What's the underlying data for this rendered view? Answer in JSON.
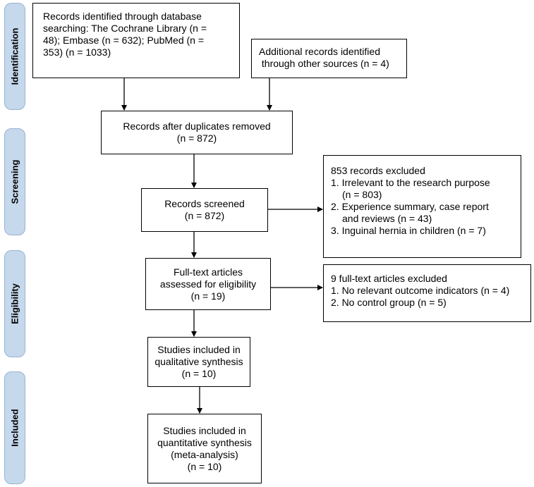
{
  "phases": {
    "identification": "Identification",
    "screening": "Screening",
    "eligibility": "Eligibility",
    "included": "Included"
  },
  "boxes": {
    "database_search": [
      "Records identified through database",
      "searching: The Cochrane Library (n =",
      "48); Embase (n = 632); PubMed (n =",
      "353) (n = 1033)"
    ],
    "other_sources": [
      "Additional records identified",
      " through other sources (n = 4)"
    ],
    "after_duplicates": [
      "Records after duplicates removed",
      "(n = 872)"
    ],
    "screened": [
      "Records screened",
      "(n = 872)"
    ],
    "excluded_screening": {
      "title": "853 records excluded",
      "items": [
        "1. Irrelevant to the research purpose",
        "(n = 803)",
        "2. Experience summary, case report",
        "and reviews (n = 43)",
        "3. Inguinal hernia in children  (n = 7)"
      ]
    },
    "full_text": [
      "Full-text articles",
      "assessed for eligibility",
      "(n = 19)"
    ],
    "excluded_fulltext": {
      "title": "9 full-text articles excluded",
      "items": [
        "1. No relevant outcome indicators (n = 4)",
        "2. No control group (n = 5)"
      ]
    },
    "qualitative": [
      "Studies included in",
      "qualitative synthesis",
      "(n = 10)"
    ],
    "quantitative": [
      "Studies included in",
      "quantitative synthesis",
      "(meta-analysis)",
      "(n = 10)"
    ]
  }
}
